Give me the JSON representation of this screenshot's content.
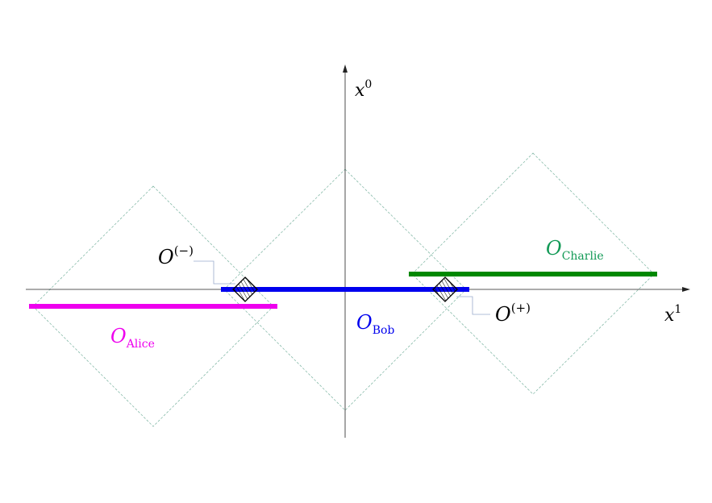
{
  "axes": {
    "horizontal_label": {
      "base": "x",
      "sup": "1"
    },
    "vertical_label": {
      "base": "x",
      "sup": "0"
    }
  },
  "operators": {
    "alice": {
      "base": "O",
      "sub": "Alice",
      "color": "#ee00ee"
    },
    "bob": {
      "base": "O",
      "sub": "Bob",
      "color": "#0000ee"
    },
    "charlie": {
      "base": "O",
      "sub": "Charlie",
      "color": "#008800"
    }
  },
  "junctions": {
    "minus": {
      "base": "O",
      "sup": "(−)"
    },
    "plus": {
      "base": "O",
      "sup": "(+)"
    }
  },
  "colors": {
    "axis": "#222222",
    "light_cone": "#88bbaa",
    "leader_line": "#99aacc"
  }
}
